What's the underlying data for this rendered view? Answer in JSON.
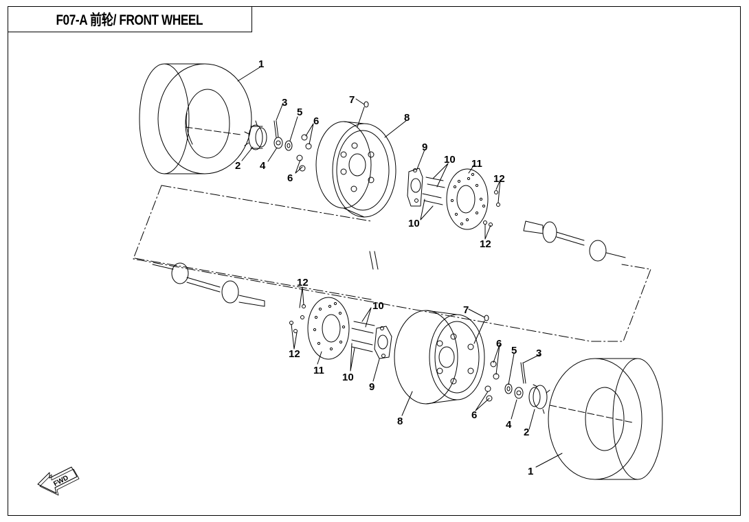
{
  "title": "F07-A 前轮/ FRONT WHEEL",
  "fwd_label": "FWD",
  "callouts_upper": [
    "1",
    "2",
    "3",
    "4",
    "5",
    "6",
    "6",
    "7",
    "8",
    "9",
    "10",
    "10",
    "11",
    "12",
    "12"
  ],
  "callouts_lower": [
    "12",
    "12",
    "11",
    "10",
    "10",
    "9",
    "7",
    "8",
    "6",
    "6",
    "5",
    "4",
    "3",
    "2",
    "1"
  ]
}
